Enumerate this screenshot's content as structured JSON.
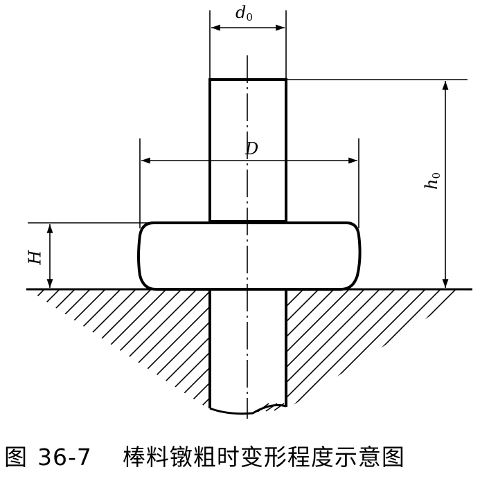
{
  "labels": {
    "d0_main": "d",
    "d0_sub": "0",
    "D": "D",
    "h0_main": "h",
    "h0_sub": "0",
    "H": "H"
  },
  "caption": {
    "figure_prefix": "图",
    "figure_number": "36-7",
    "title": "棒料镦粗时变形程度示意图"
  }
}
